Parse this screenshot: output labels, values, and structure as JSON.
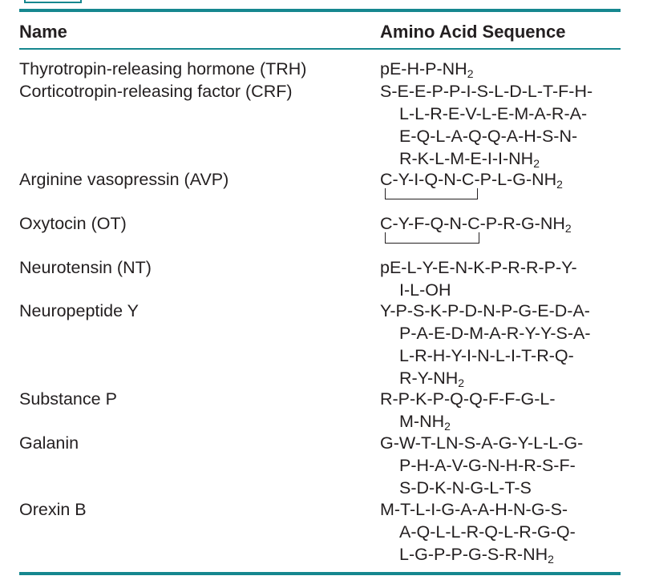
{
  "table": {
    "headers": {
      "name": "Name",
      "sequence": "Amino Acid Sequence"
    },
    "rows": [
      {
        "name": "Thyrotropin-releasing hormone (TRH)",
        "seq": [
          {
            "text": "pE-H-P-NH",
            "sub": "2"
          }
        ]
      },
      {
        "name": "Corticotropin-releasing factor (CRF)",
        "seq": [
          {
            "text": "S-E-E-P-P-I-S-L-D-L-T-F-H-",
            "sub": ""
          },
          {
            "text": "L-L-R-E-V-L-E-M-A-R-A-",
            "sub": ""
          },
          {
            "text": "E-Q-L-A-Q-Q-A-H-S-N-",
            "sub": ""
          },
          {
            "text": "R-K-L-M-E-I-I-NH",
            "sub": "2"
          }
        ]
      },
      {
        "name": "Arginine vasopressin (AVP)",
        "seq": [
          {
            "text": "C-Y-I-Q-N-C-P-L-G-NH",
            "sub": "2"
          }
        ]
      },
      {
        "name": "Oxytocin (OT)",
        "seq": [
          {
            "text": "C-Y-F-Q-N-C-P-R-G-NH",
            "sub": "2"
          }
        ]
      },
      {
        "name": "Neurotensin (NT)",
        "seq": [
          {
            "text": "pE-L-Y-E-N-K-P-R-R-P-Y-",
            "sub": ""
          },
          {
            "text": "I-L-OH",
            "sub": ""
          }
        ]
      },
      {
        "name": "Neuropeptide Y",
        "seq": [
          {
            "text": "Y-P-S-K-P-D-N-P-G-E-D-A-",
            "sub": ""
          },
          {
            "text": "P-A-E-D-M-A-R-Y-Y-S-A-",
            "sub": ""
          },
          {
            "text": "L-R-H-Y-I-N-L-I-T-R-Q-",
            "sub": ""
          },
          {
            "text": "R-Y-NH",
            "sub": "2"
          }
        ]
      },
      {
        "name": "Substance P",
        "seq": [
          {
            "text": "R-P-K-P-Q-Q-F-F-G-L-",
            "sub": ""
          },
          {
            "text": "M-NH",
            "sub": "2"
          }
        ]
      },
      {
        "name": "Galanin",
        "seq": [
          {
            "text": "G-W-T-LN-S-A-G-Y-L-L-G-",
            "sub": ""
          },
          {
            "text": "P-H-A-V-G-N-H-R-S-F-",
            "sub": ""
          },
          {
            "text": "S-D-K-N-G-L-T-S",
            "sub": ""
          }
        ]
      },
      {
        "name": "Orexin B",
        "seq": [
          {
            "text": "M-T-L-I-G-A-A-H-N-G-S-",
            "sub": ""
          },
          {
            "text": "A-Q-L-L-R-Q-L-R-G-Q-",
            "sub": ""
          },
          {
            "text": "L-G-P-P-G-S-R-NH",
            "sub": "2"
          }
        ]
      }
    ]
  }
}
